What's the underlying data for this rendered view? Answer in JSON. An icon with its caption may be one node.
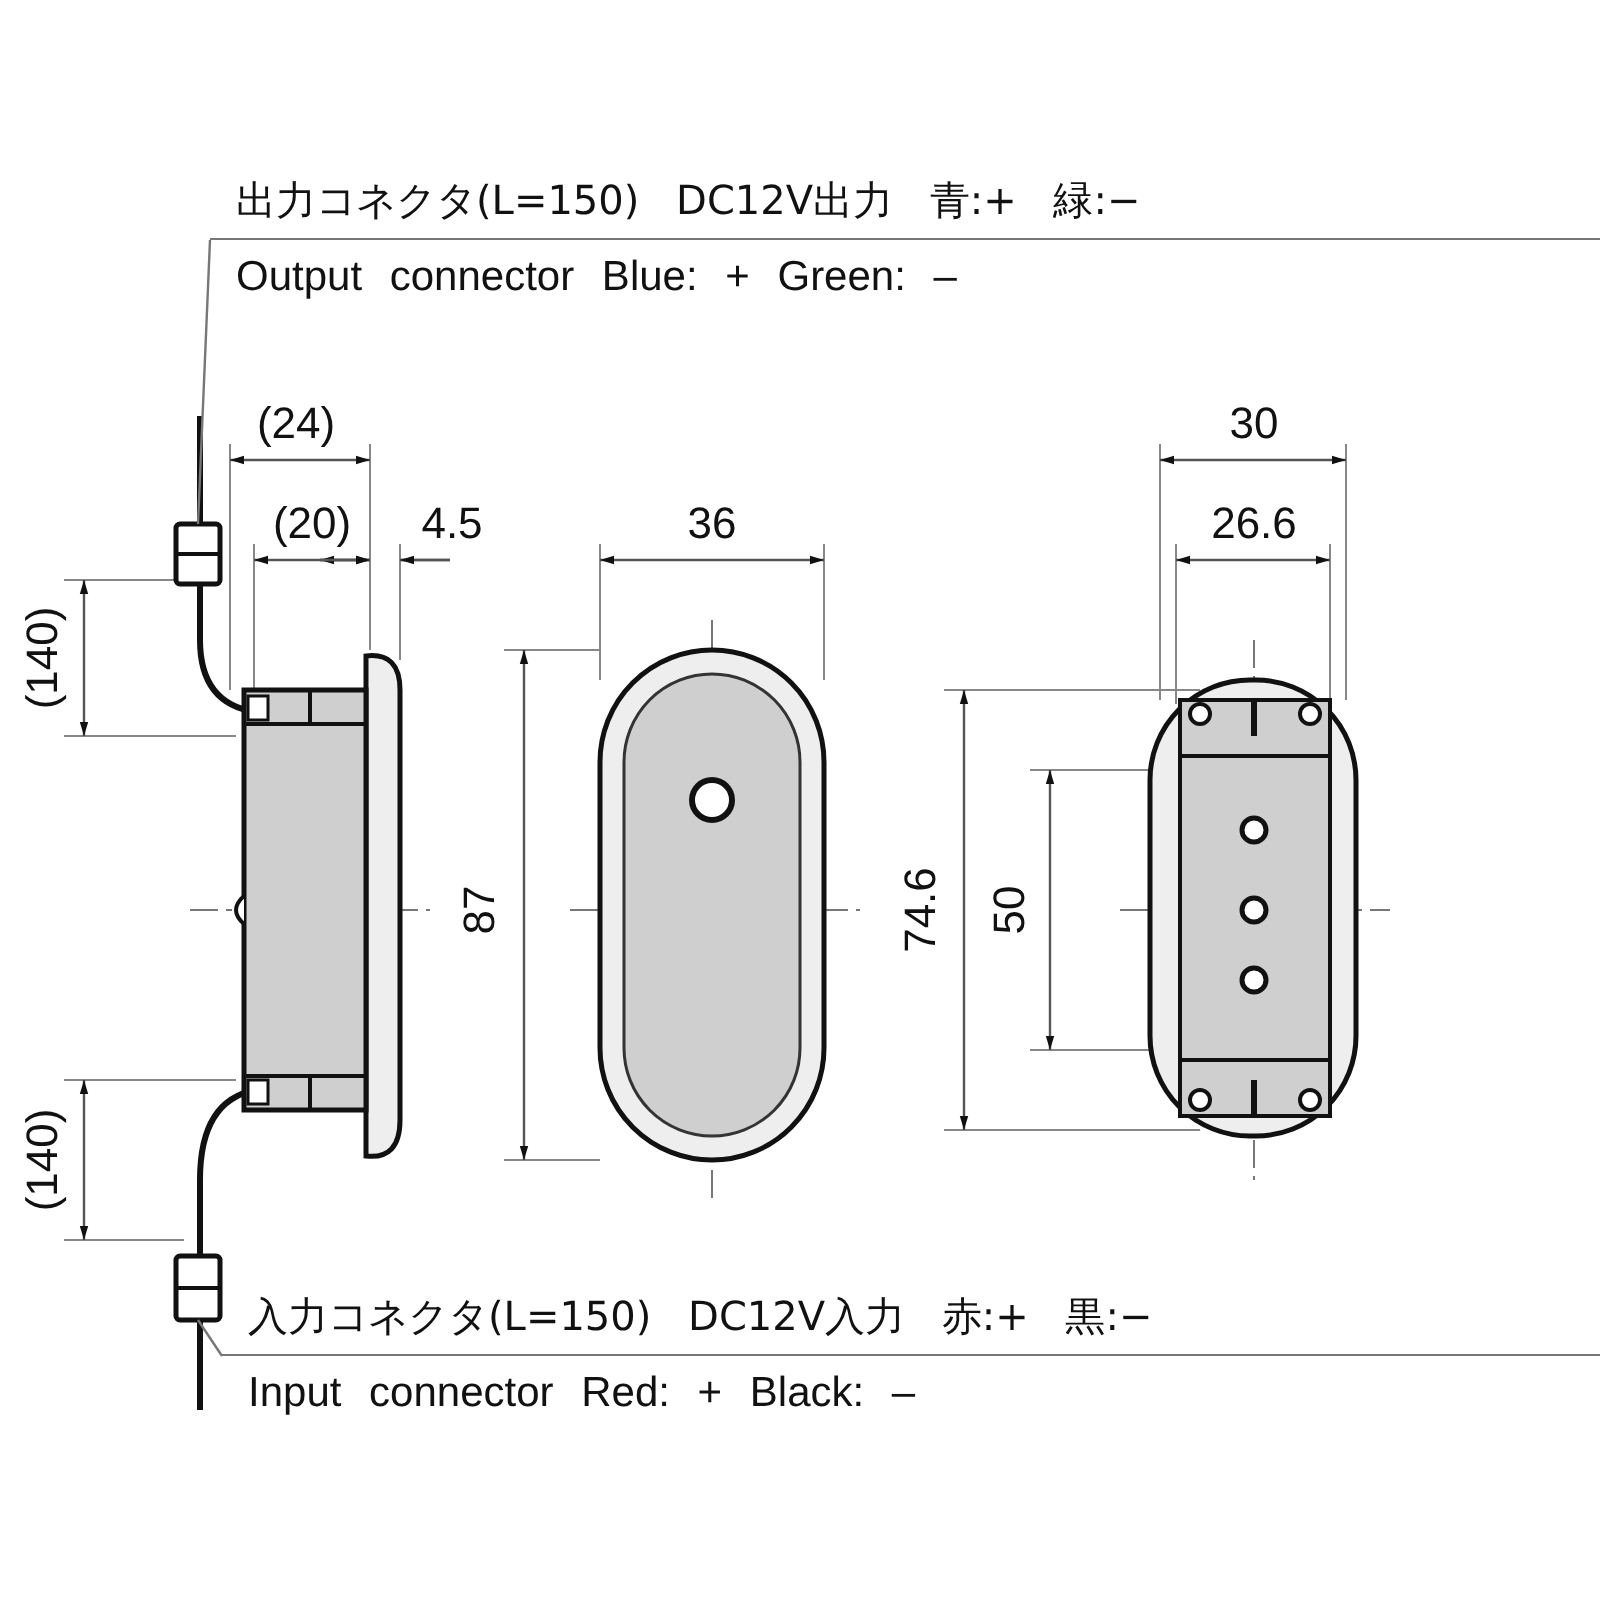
{
  "diagram": {
    "nodes": [
      {
        "text": [
          "出力コネクタ(L=150) DC12V出力 青:+ 緑:−",
          "Output connector Blue: + Green: –"
        ]
      },
      {
        "text": [],
        "shape": "picture"
      },
      {
        "text": [
          "入力コネクタ(L=150) DC12V入力 赤:+ 黒:−",
          "Input connector Red: + Black: –"
        ]
      },
      {
        "text": [],
        "shape": "picture"
      }
    ],
    "edges": [
      {
        "from": 0,
        "to": 1,
        "arrow": "none"
      },
      {
        "from": 2,
        "to": 3,
        "arrow": "none"
      }
    ],
    "labels": [
      "(24)",
      "30",
      "(20)",
      "4.5",
      "36",
      "26.6",
      "(140)",
      "87",
      "74.6",
      "50",
      "(140)"
    ]
  }
}
